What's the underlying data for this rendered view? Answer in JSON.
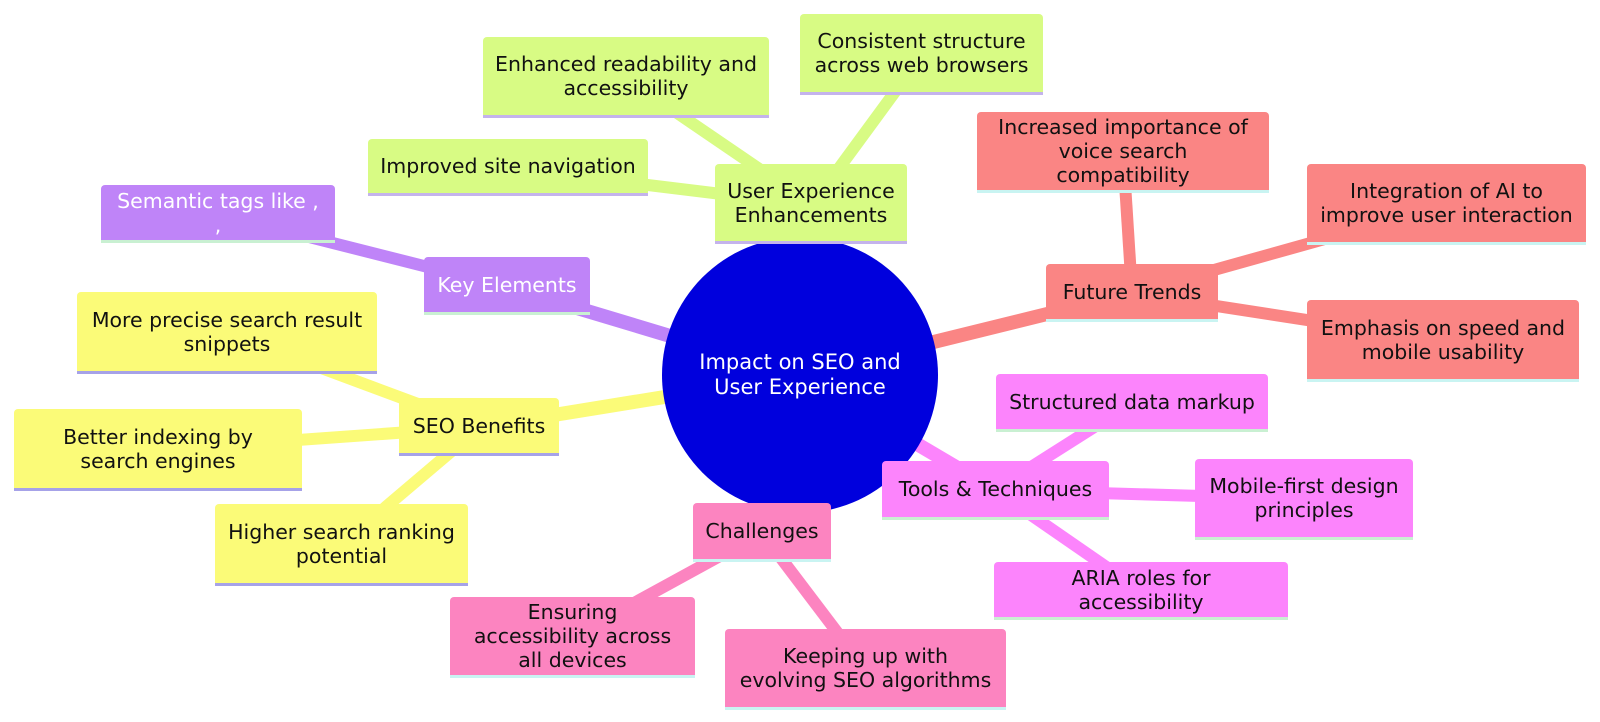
{
  "center": {
    "label": "Impact on SEO and User Experience"
  },
  "branches": {
    "user_experience": {
      "label": "User Experience Enhancements",
      "children": [
        "Enhanced readability and accessibility",
        "Consistent structure across web browsers",
        "Improved site navigation"
      ]
    },
    "key_elements": {
      "label": "Key Elements",
      "children": [
        "Semantic tags like , ,"
      ]
    },
    "seo_benefits": {
      "label": "SEO Benefits",
      "children": [
        "More precise search result snippets",
        "Better indexing by search engines",
        "Higher search ranking potential"
      ]
    },
    "future_trends": {
      "label": "Future Trends",
      "children": [
        "Increased importance of voice search compatibility",
        "Integration of AI to improve user interaction",
        "Emphasis on speed and mobile usability"
      ]
    },
    "tools_techniques": {
      "label": "Tools & Techniques",
      "children": [
        "Structured data markup",
        "Mobile-first design principles",
        "ARIA roles for accessibility"
      ]
    },
    "challenges": {
      "label": "Challenges",
      "children": [
        "Ensuring accessibility across all devices",
        "Keeping up with evolving SEO algorithms"
      ]
    }
  },
  "colors": {
    "center": "#0000dd",
    "user_experience": "#d8fb84",
    "key_elements": "#bf84f8",
    "seo_benefits": "#fbfb78",
    "future_trends": "#fa8584",
    "tools_techniques": "#fc84fc",
    "challenges": "#fc84c0"
  }
}
